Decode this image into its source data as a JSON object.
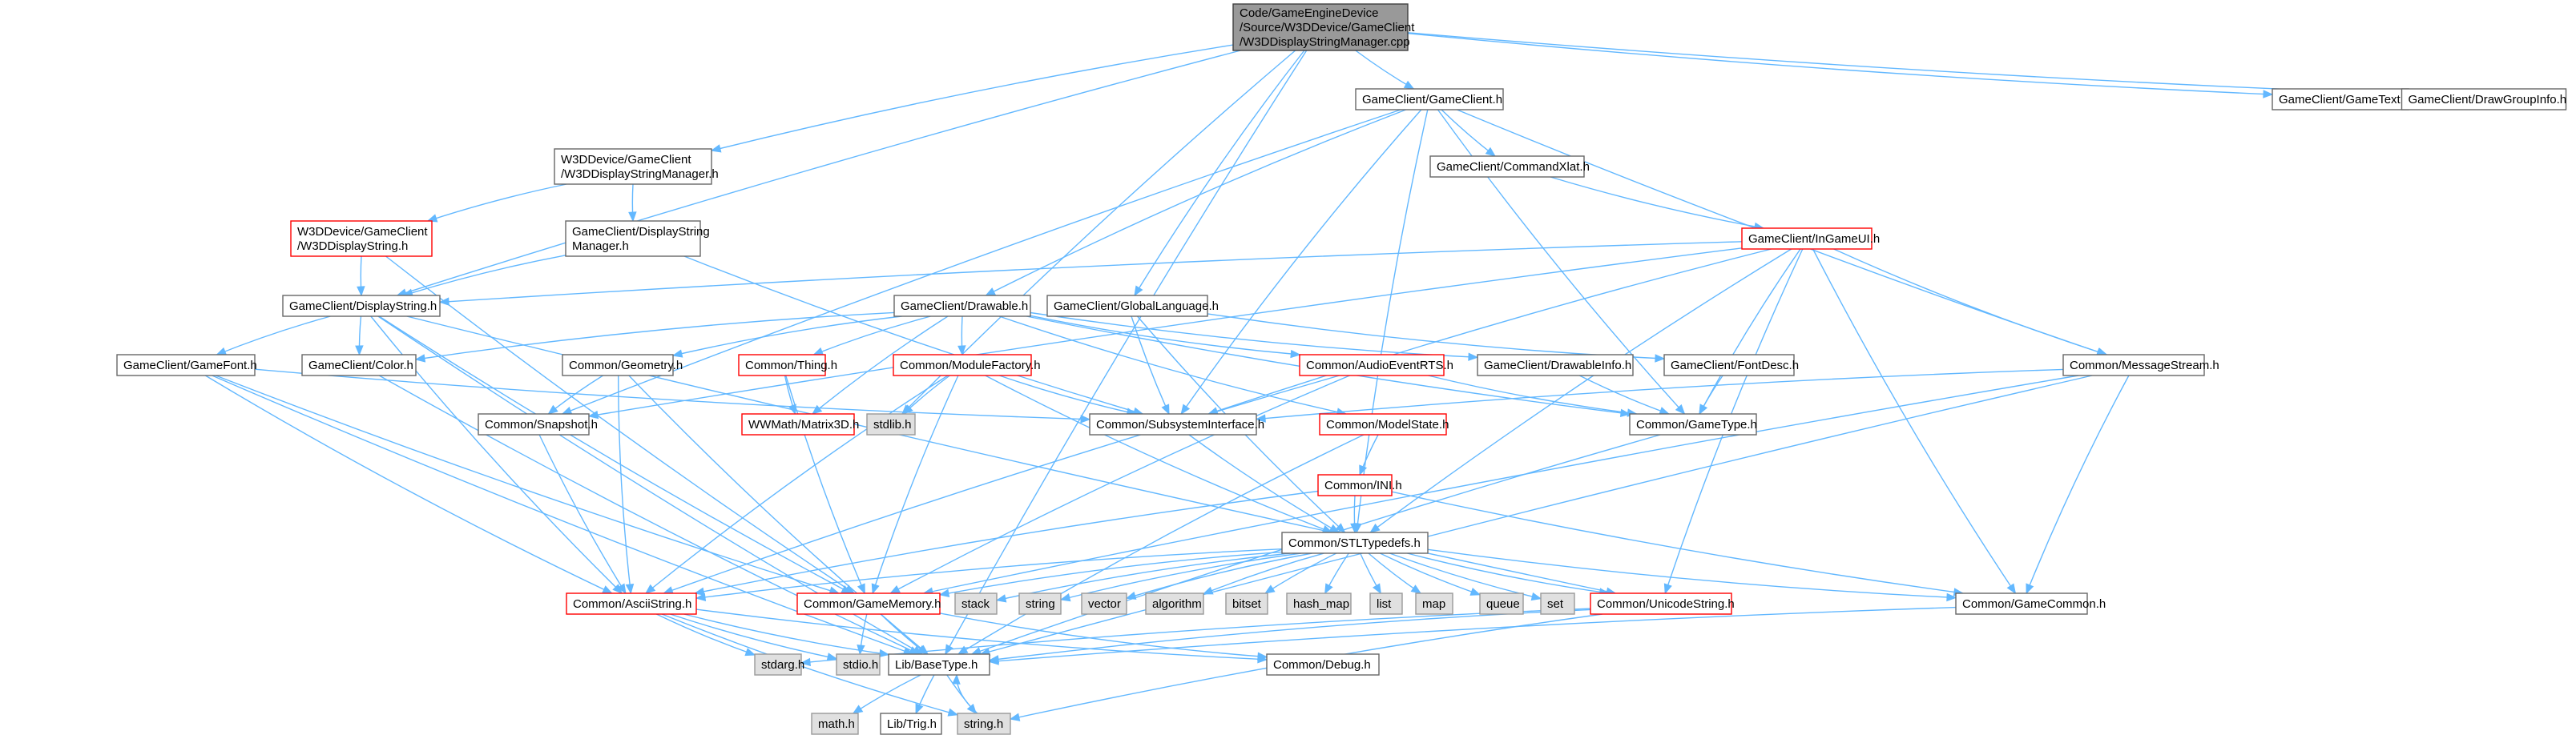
{
  "colors": {
    "edge": "#63b8ff",
    "node_border": "#666666",
    "node_fill": "#ffffff",
    "incomplete_border": "#ff0000",
    "system_fill": "#e0e0e0",
    "system_border": "#999999",
    "root_fill": "#999999",
    "root_border": "#404040"
  },
  "nodes": [
    {
      "id": "root",
      "lines": [
        "Code/GameEngineDevice",
        "/Source/W3DDevice/GameClient",
        "/W3DDisplayStringManager.cpp"
      ],
      "kind": "root"
    },
    {
      "id": "gameclient_h",
      "lines": [
        "GameClient/GameClient.h"
      ],
      "kind": "normal"
    },
    {
      "id": "gametext_h",
      "lines": [
        "GameClient/GameText.h"
      ],
      "kind": "normal"
    },
    {
      "id": "drawgroupinfo_h",
      "lines": [
        "GameClient/DrawGroupInfo.h"
      ],
      "kind": "normal"
    },
    {
      "id": "w3ddsm_h",
      "lines": [
        "W3DDevice/GameClient",
        "/W3DDisplayStringManager.h"
      ],
      "kind": "normal"
    },
    {
      "id": "commandxlat_h",
      "lines": [
        "GameClient/CommandXlat.h"
      ],
      "kind": "normal"
    },
    {
      "id": "ingameui_h",
      "lines": [
        "GameClient/InGameUI.h"
      ],
      "kind": "incomplete"
    },
    {
      "id": "w3dds_h",
      "lines": [
        "W3DDevice/GameClient",
        "/W3DDisplayString.h"
      ],
      "kind": "incomplete"
    },
    {
      "id": "dsm_h",
      "lines": [
        "GameClient/DisplayString",
        "Manager.h"
      ],
      "kind": "normal"
    },
    {
      "id": "displaystring_h",
      "lines": [
        "GameClient/DisplayString.h"
      ],
      "kind": "normal"
    },
    {
      "id": "drawable_h",
      "lines": [
        "GameClient/Drawable.h"
      ],
      "kind": "normal"
    },
    {
      "id": "globallanguage_h",
      "lines": [
        "GameClient/GlobalLanguage.h"
      ],
      "kind": "normal"
    },
    {
      "id": "gamefont_h",
      "lines": [
        "GameClient/GameFont.h"
      ],
      "kind": "normal"
    },
    {
      "id": "color_h",
      "lines": [
        "GameClient/Color.h"
      ],
      "kind": "normal"
    },
    {
      "id": "geometry_h",
      "lines": [
        "Common/Geometry.h"
      ],
      "kind": "normal"
    },
    {
      "id": "thing_h",
      "lines": [
        "Common/Thing.h"
      ],
      "kind": "incomplete"
    },
    {
      "id": "modulefactory_h",
      "lines": [
        "Common/ModuleFactory.h"
      ],
      "kind": "incomplete"
    },
    {
      "id": "audioeventrts_h",
      "lines": [
        "Common/AudioEventRTS.h"
      ],
      "kind": "incomplete"
    },
    {
      "id": "drawableinfo_h",
      "lines": [
        "GameClient/DrawableInfo.h"
      ],
      "kind": "normal"
    },
    {
      "id": "fontdesc_h",
      "lines": [
        "GameClient/FontDesc.h"
      ],
      "kind": "normal"
    },
    {
      "id": "messagestream_h",
      "lines": [
        "Common/MessageStream.h"
      ],
      "kind": "normal"
    },
    {
      "id": "snapshot_h",
      "lines": [
        "Common/Snapshot.h"
      ],
      "kind": "normal"
    },
    {
      "id": "matrix3d_h",
      "lines": [
        "WWMath/Matrix3D.h"
      ],
      "kind": "incomplete"
    },
    {
      "id": "stdlib_h",
      "lines": [
        "stdlib.h"
      ],
      "kind": "system"
    },
    {
      "id": "subsystem_h",
      "lines": [
        "Common/SubsystemInterface.h"
      ],
      "kind": "normal"
    },
    {
      "id": "modelstate_h",
      "lines": [
        "Common/ModelState.h"
      ],
      "kind": "incomplete"
    },
    {
      "id": "gametype_h",
      "lines": [
        "Common/GameType.h"
      ],
      "kind": "normal"
    },
    {
      "id": "ini_h",
      "lines": [
        "Common/INI.h"
      ],
      "kind": "incomplete"
    },
    {
      "id": "stltypedefs_h",
      "lines": [
        "Common/STLTypedefs.h"
      ],
      "kind": "normal"
    },
    {
      "id": "asciistring_h",
      "lines": [
        "Common/AsciiString.h"
      ],
      "kind": "incomplete"
    },
    {
      "id": "gamememory_h",
      "lines": [
        "Common/GameMemory.h"
      ],
      "kind": "incomplete"
    },
    {
      "id": "stack",
      "lines": [
        "stack"
      ],
      "kind": "system"
    },
    {
      "id": "string",
      "lines": [
        "string"
      ],
      "kind": "system"
    },
    {
      "id": "vector",
      "lines": [
        "vector"
      ],
      "kind": "system"
    },
    {
      "id": "algorithm",
      "lines": [
        "algorithm"
      ],
      "kind": "system"
    },
    {
      "id": "bitset",
      "lines": [
        "bitset"
      ],
      "kind": "system"
    },
    {
      "id": "hash_map",
      "lines": [
        "hash_map"
      ],
      "kind": "system"
    },
    {
      "id": "list",
      "lines": [
        "list"
      ],
      "kind": "system"
    },
    {
      "id": "map",
      "lines": [
        "map"
      ],
      "kind": "system"
    },
    {
      "id": "queue",
      "lines": [
        "queue"
      ],
      "kind": "system"
    },
    {
      "id": "set",
      "lines": [
        "set"
      ],
      "kind": "system"
    },
    {
      "id": "unicodestring_h",
      "lines": [
        "Common/UnicodeString.h"
      ],
      "kind": "incomplete"
    },
    {
      "id": "gamecommon_h",
      "lines": [
        "Common/GameCommon.h"
      ],
      "kind": "normal"
    },
    {
      "id": "stdarg_h",
      "lines": [
        "stdarg.h"
      ],
      "kind": "system"
    },
    {
      "id": "stdio_h",
      "lines": [
        "stdio.h"
      ],
      "kind": "system"
    },
    {
      "id": "basetype_h",
      "lines": [
        "Lib/BaseType.h"
      ],
      "kind": "normal"
    },
    {
      "id": "debug_h",
      "lines": [
        "Common/Debug.h"
      ],
      "kind": "normal"
    },
    {
      "id": "math_h",
      "lines": [
        "math.h"
      ],
      "kind": "system"
    },
    {
      "id": "trig_h",
      "lines": [
        "Lib/Trig.h"
      ],
      "kind": "normal"
    },
    {
      "id": "string_h",
      "lines": [
        "string.h"
      ],
      "kind": "system"
    }
  ],
  "edges": [
    [
      "root",
      "gameclient_h"
    ],
    [
      "root",
      "gametext_h"
    ],
    [
      "root",
      "drawgroupinfo_h"
    ],
    [
      "root",
      "w3ddsm_h"
    ],
    [
      "root",
      "displaystring_h"
    ],
    [
      "root",
      "globallanguage_h"
    ],
    [
      "root",
      "stdlib_h"
    ],
    [
      "root",
      "basetype_h"
    ],
    [
      "gameclient_h",
      "commandxlat_h"
    ],
    [
      "gameclient_h",
      "drawable_h"
    ],
    [
      "gameclient_h",
      "messagestream_h"
    ],
    [
      "gameclient_h",
      "subsystem_h"
    ],
    [
      "gameclient_h",
      "gametype_h"
    ],
    [
      "gameclient_h",
      "stltypedefs_h"
    ],
    [
      "gameclient_h",
      "snapshot_h"
    ],
    [
      "commandxlat_h",
      "ingameui_h"
    ],
    [
      "ingameui_h",
      "displaystring_h"
    ],
    [
      "ingameui_h",
      "messagestream_h"
    ],
    [
      "ingameui_h",
      "subsystem_h"
    ],
    [
      "ingameui_h",
      "gametype_h"
    ],
    [
      "ingameui_h",
      "stltypedefs_h"
    ],
    [
      "ingameui_h",
      "unicodestring_h"
    ],
    [
      "ingameui_h",
      "gamecommon_h"
    ],
    [
      "ingameui_h",
      "snapshot_h"
    ],
    [
      "w3ddsm_h",
      "w3dds_h"
    ],
    [
      "w3ddsm_h",
      "dsm_h"
    ],
    [
      "w3dds_h",
      "displaystring_h"
    ],
    [
      "w3dds_h",
      "gamememory_h"
    ],
    [
      "dsm_h",
      "displaystring_h"
    ],
    [
      "dsm_h",
      "subsystem_h"
    ],
    [
      "displaystring_h",
      "gamefont_h"
    ],
    [
      "displaystring_h",
      "color_h"
    ],
    [
      "displaystring_h",
      "asciistring_h"
    ],
    [
      "displaystring_h",
      "gamememory_h"
    ],
    [
      "displaystring_h",
      "unicodestring_h"
    ],
    [
      "displaystring_h",
      "basetype_h"
    ],
    [
      "drawable_h",
      "color_h"
    ],
    [
      "drawable_h",
      "geometry_h"
    ],
    [
      "drawable_h",
      "thing_h"
    ],
    [
      "drawable_h",
      "modulefactory_h"
    ],
    [
      "drawable_h",
      "audioeventrts_h"
    ],
    [
      "drawable_h",
      "drawableinfo_h"
    ],
    [
      "drawable_h",
      "modelstate_h"
    ],
    [
      "drawable_h",
      "gametype_h"
    ],
    [
      "drawable_h",
      "matrix3d_h"
    ],
    [
      "globallanguage_h",
      "subsystem_h"
    ],
    [
      "globallanguage_h",
      "stltypedefs_h"
    ],
    [
      "globallanguage_h",
      "fontdesc_h"
    ],
    [
      "gamefont_h",
      "subsystem_h"
    ],
    [
      "gamefont_h",
      "asciistring_h"
    ],
    [
      "gamefont_h",
      "gamememory_h"
    ],
    [
      "gamefont_h",
      "basetype_h"
    ],
    [
      "color_h",
      "basetype_h"
    ],
    [
      "geometry_h",
      "snapshot_h"
    ],
    [
      "geometry_h",
      "asciistring_h"
    ],
    [
      "geometry_h",
      "basetype_h"
    ],
    [
      "thing_h",
      "matrix3d_h"
    ],
    [
      "thing_h",
      "gamememory_h"
    ],
    [
      "modulefactory_h",
      "subsystem_h"
    ],
    [
      "modulefactory_h",
      "stltypedefs_h"
    ],
    [
      "modulefactory_h",
      "asciistring_h"
    ],
    [
      "modulefactory_h",
      "gamememory_h"
    ],
    [
      "modulefactory_h",
      "stdlib_h"
    ],
    [
      "audioeventrts_h",
      "gametype_h"
    ],
    [
      "audioeventrts_h",
      "asciistring_h"
    ],
    [
      "audioeventrts_h",
      "gamememory_h"
    ],
    [
      "drawableinfo_h",
      "gametype_h"
    ],
    [
      "fontdesc_h",
      "gametype_h"
    ],
    [
      "messagestream_h",
      "subsystem_h"
    ],
    [
      "messagestream_h",
      "gamecommon_h"
    ],
    [
      "messagestream_h",
      "gamememory_h"
    ],
    [
      "messagestream_h",
      "basetype_h"
    ],
    [
      "snapshot_h",
      "asciistring_h"
    ],
    [
      "subsystem_h",
      "stltypedefs_h"
    ],
    [
      "modelstate_h",
      "ini_h"
    ],
    [
      "modelstate_h",
      "basetype_h"
    ],
    [
      "gametype_h",
      "basetype_h"
    ],
    [
      "ini_h",
      "stltypedefs_h"
    ],
    [
      "ini_h",
      "asciistring_h"
    ],
    [
      "ini_h",
      "gamecommon_h"
    ],
    [
      "stltypedefs_h",
      "asciistring_h"
    ],
    [
      "stltypedefs_h",
      "gamememory_h"
    ],
    [
      "stltypedefs_h",
      "stack"
    ],
    [
      "stltypedefs_h",
      "string"
    ],
    [
      "stltypedefs_h",
      "vector"
    ],
    [
      "stltypedefs_h",
      "algorithm"
    ],
    [
      "stltypedefs_h",
      "bitset"
    ],
    [
      "stltypedefs_h",
      "hash_map"
    ],
    [
      "stltypedefs_h",
      "list"
    ],
    [
      "stltypedefs_h",
      "map"
    ],
    [
      "stltypedefs_h",
      "queue"
    ],
    [
      "stltypedefs_h",
      "set"
    ],
    [
      "stltypedefs_h",
      "unicodestring_h"
    ],
    [
      "stltypedefs_h",
      "gamecommon_h"
    ],
    [
      "asciistring_h",
      "stdarg_h"
    ],
    [
      "asciistring_h",
      "stdio_h"
    ],
    [
      "asciistring_h",
      "basetype_h"
    ],
    [
      "asciistring_h",
      "debug_h"
    ],
    [
      "asciistring_h",
      "string_h"
    ],
    [
      "gamememory_h",
      "stdio_h"
    ],
    [
      "gamememory_h",
      "basetype_h"
    ],
    [
      "gamememory_h",
      "debug_h"
    ],
    [
      "unicodestring_h",
      "stdarg_h"
    ],
    [
      "unicodestring_h",
      "basetype_h"
    ],
    [
      "unicodestring_h",
      "string_h"
    ],
    [
      "gamecommon_h",
      "basetype_h"
    ],
    [
      "basetype_h",
      "math_h"
    ],
    [
      "basetype_h",
      "trig_h"
    ],
    [
      "basetype_h",
      "string_h"
    ],
    [
      "string_h",
      "basetype_h"
    ]
  ]
}
